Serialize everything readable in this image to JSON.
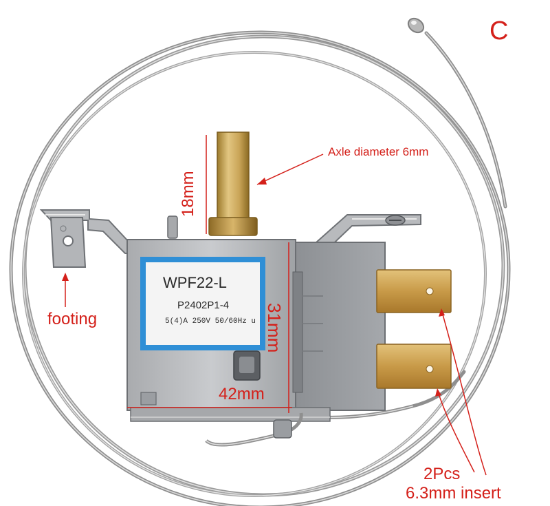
{
  "image": {
    "variant_letter": "C",
    "subject": "thermostat",
    "label_color": "#d4201a",
    "sticker_border_color": "#2f8fd6"
  },
  "annotations": {
    "axle": "Axle diameter 6mm",
    "shaft_height": "18mm",
    "footing": "footing",
    "body_height": "31mm",
    "body_width": "42mm",
    "insert_qty": "2Pcs",
    "insert_size": "6.3mm insert"
  },
  "sticker": {
    "model": "WPF22-L",
    "part_number": "P2402P1-4",
    "rating": "5(4)A 250V 50/60Hz u"
  }
}
